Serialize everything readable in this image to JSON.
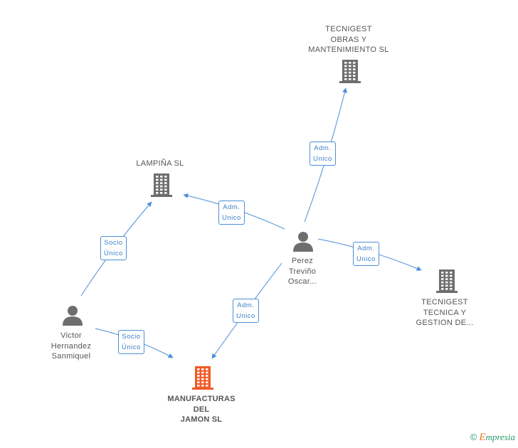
{
  "nodes": {
    "tecnigest_obras": {
      "lines": [
        "TECNIGEST",
        "OBRAS Y",
        "MANTENIMIENTO SL"
      ],
      "type": "company"
    },
    "lampina": {
      "lines": [
        "LAMPIÑA SL"
      ],
      "type": "company"
    },
    "perez": {
      "lines": [
        "Perez",
        "Treviño",
        "Oscar..."
      ],
      "type": "person"
    },
    "tecnigest_tecnica": {
      "lines": [
        "TECNIGEST",
        "TECNICA Y",
        "GESTION DE..."
      ],
      "type": "company"
    },
    "victor": {
      "lines": [
        "Victor",
        "Hernandez",
        "Sanmiquel"
      ],
      "type": "person"
    },
    "manufacturas": {
      "lines": [
        "MANUFACTURAS",
        "DEL",
        "JAMON SL"
      ],
      "type": "company-main"
    }
  },
  "edges": [
    {
      "from": "perez",
      "to": "tecnigest_obras",
      "lines": [
        "Adm.",
        "Unico"
      ]
    },
    {
      "from": "perez",
      "to": "lampina",
      "lines": [
        "Adm.",
        "Unico"
      ]
    },
    {
      "from": "perez",
      "to": "tecnigest_tecnica",
      "lines": [
        "Adm.",
        "Unico"
      ]
    },
    {
      "from": "perez",
      "to": "manufacturas",
      "lines": [
        "Adm.",
        "Unico"
      ]
    },
    {
      "from": "victor",
      "to": "lampina",
      "lines": [
        "Socio",
        "Único"
      ]
    },
    {
      "from": "victor",
      "to": "manufacturas",
      "lines": [
        "Socio",
        "Único"
      ]
    }
  ],
  "colors": {
    "edge": "#4a8fd8",
    "company_icon": "#6e6e6e",
    "main_company_icon": "#f05a28",
    "person_icon": "#6e6e6e"
  },
  "watermark": {
    "copyright": "©",
    "brand_initial": "E",
    "brand_rest": "mpresia"
  }
}
